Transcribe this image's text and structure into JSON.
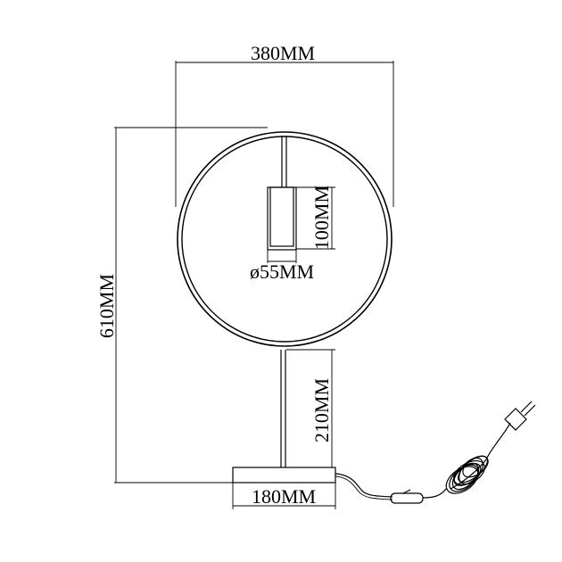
{
  "dimensions": {
    "width": "380MM",
    "height": "610MM",
    "shade_height": "100MM",
    "shade_diameter": "ø55MM",
    "stem_height": "210MM",
    "base_width": "180MM"
  }
}
